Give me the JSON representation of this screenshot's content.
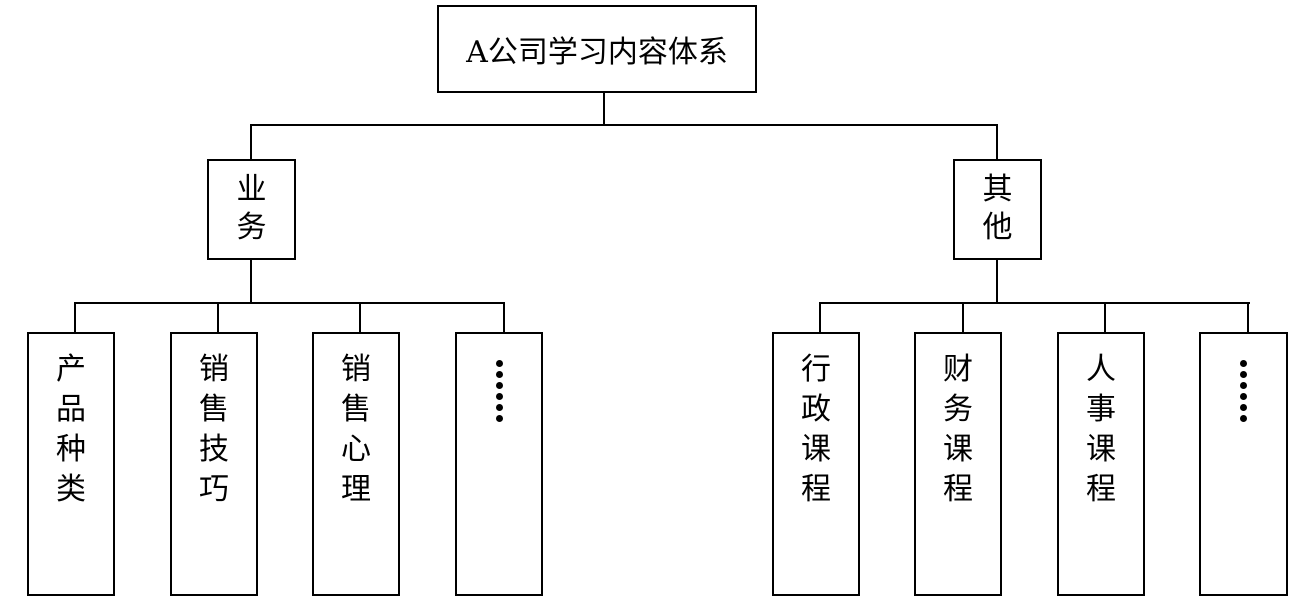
{
  "diagram": {
    "type": "tree",
    "root": {
      "label": "A公司学习内容体系",
      "children": [
        {
          "label": "业务",
          "chars": [
            "业",
            "务"
          ],
          "children": [
            {
              "label": "产品种类",
              "chars": [
                "产",
                "品",
                "种",
                "类"
              ]
            },
            {
              "label": "销售技巧",
              "chars": [
                "销",
                "售",
                "技",
                "巧"
              ]
            },
            {
              "label": "销售心理",
              "chars": [
                "销",
                "售",
                "心",
                "理"
              ]
            },
            {
              "label": "……",
              "ellipsis": true
            }
          ]
        },
        {
          "label": "其他",
          "chars": [
            "其",
            "他"
          ],
          "children": [
            {
              "label": "行政课程",
              "chars": [
                "行",
                "政",
                "课",
                "程"
              ]
            },
            {
              "label": "财务课程",
              "chars": [
                "财",
                "务",
                "课",
                "程"
              ]
            },
            {
              "label": "人事课程",
              "chars": [
                "人",
                "事",
                "课",
                "程"
              ]
            },
            {
              "label": "……",
              "ellipsis": true
            }
          ]
        }
      ]
    }
  }
}
